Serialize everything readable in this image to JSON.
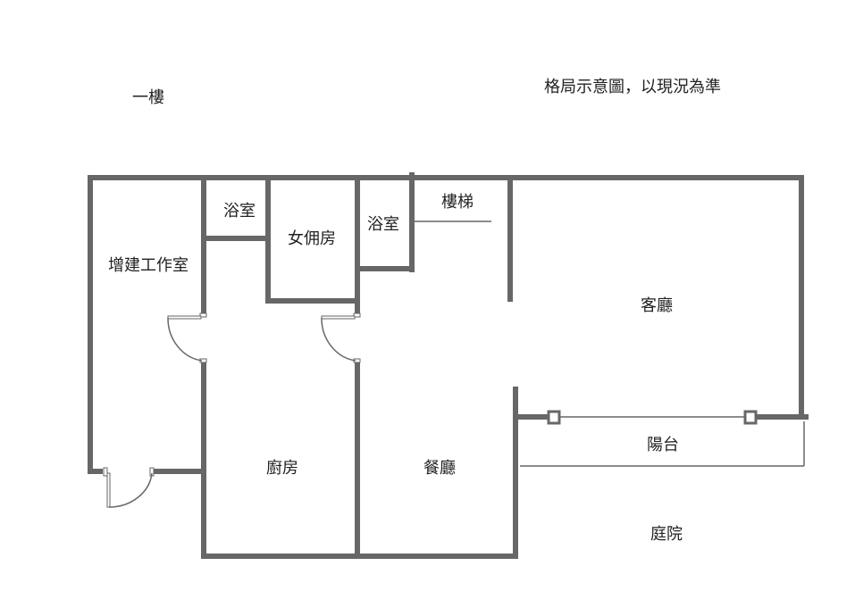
{
  "floor_title": "一樓",
  "note": "格局示意圖，以現況為準",
  "rooms": {
    "workroom": "增建工作室",
    "bath1": "浴室",
    "maid_room": "女佣房",
    "bath2": "浴室",
    "stairs": "樓梯",
    "living_room": "客廳",
    "kitchen": "廚房",
    "dining_room": "餐廳",
    "balcony": "陽台",
    "garden": "庭院"
  },
  "colors": {
    "wall": "#676767",
    "text": "#222222"
  }
}
